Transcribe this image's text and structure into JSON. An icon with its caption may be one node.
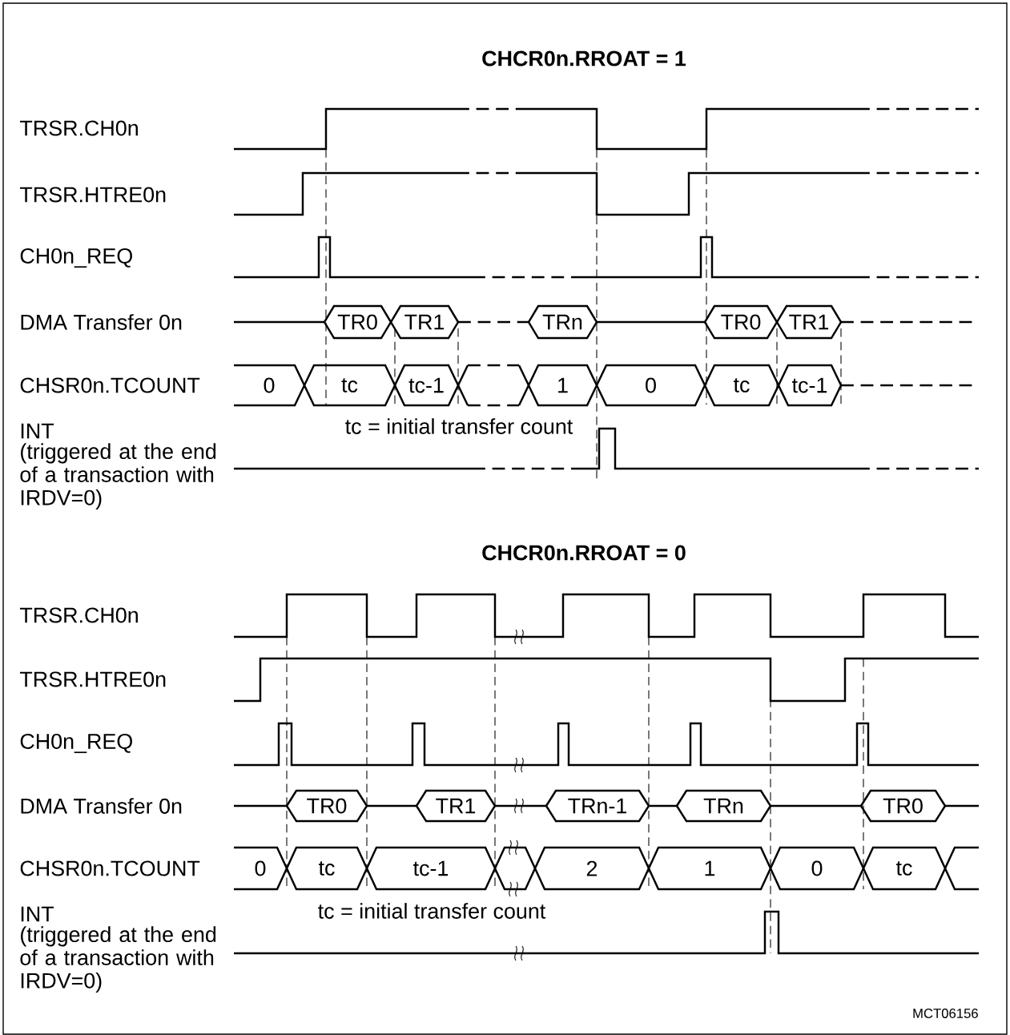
{
  "diagram": {
    "labels": [
      "CHCR0n.RROAT = 1",
      "TRSR.CH0n",
      "TRSR.HTRE0n",
      "CH0n_REQ",
      "DMA Transfer 0n",
      "TR0",
      "TR1",
      "TRn",
      "TR0",
      "TR1",
      "CHSR0n.TCOUNT",
      "0",
      "tc",
      "tc-1",
      "1",
      "0",
      "tc",
      "tc-1",
      "INT",
      "tc = initial transfer count",
      "(triggered at the end of a transaction with IRDV=0)",
      "CHCR0n.RROAT = 0",
      "TRSR.CH0n",
      "TRSR.HTRE0n",
      "CH0n_REQ",
      "DMA Transfer 0n",
      "TR0",
      "TR1",
      "TRn-1",
      "TRn",
      "TR0",
      "CHSR0n.TCOUNT",
      "0",
      "tc",
      "tc-1",
      "2",
      "1",
      "0",
      "tc",
      "INT",
      "tc = initial transfer count",
      "(triggered at the end of a transaction with IRDV=0)",
      "MCT06156"
    ]
  }
}
